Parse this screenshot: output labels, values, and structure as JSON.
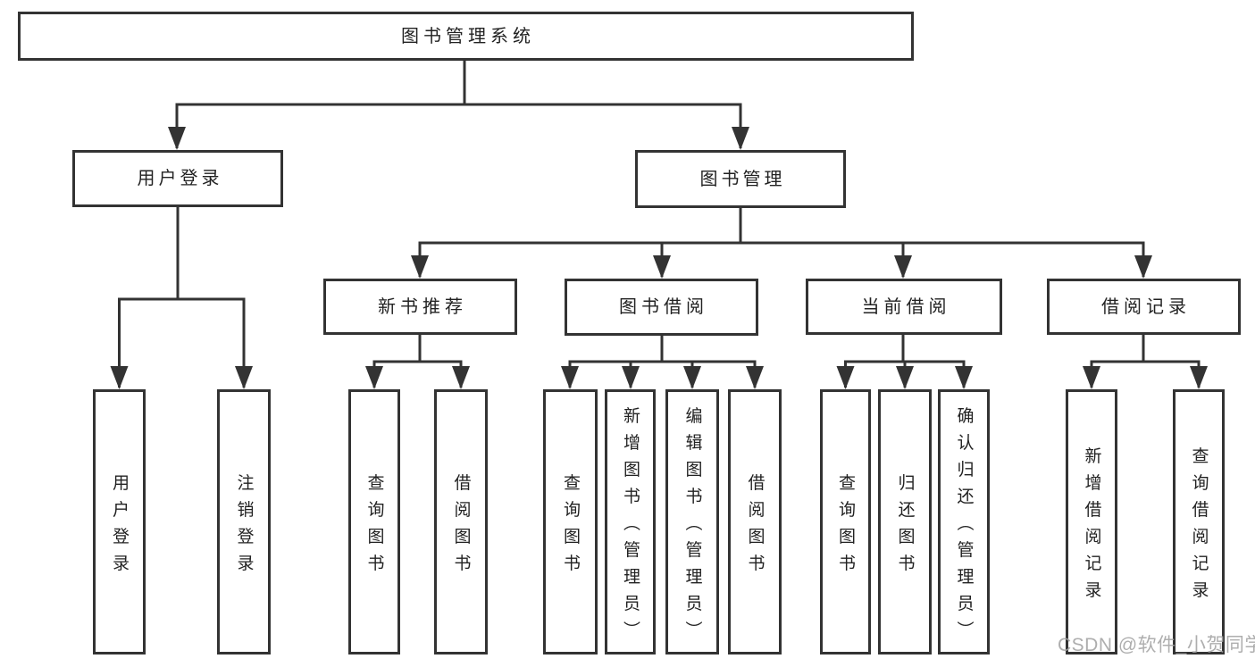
{
  "diagram": {
    "colors": {
      "line": "#333333",
      "text": "#222222",
      "background": "#ffffff",
      "watermark": "#a3a3a3"
    },
    "watermark": {
      "text": "CSDN @软件_小贺同学"
    },
    "tree": {
      "root": {
        "label": "图书管理系统",
        "children": [
          {
            "label": "用户登录",
            "children": [
              {
                "label": "用户登录"
              },
              {
                "label": "注销登录"
              }
            ]
          },
          {
            "label": "图书管理",
            "children": [
              {
                "label": "新书推荐",
                "children": [
                  {
                    "label": "查询图书"
                  },
                  {
                    "label": "借阅图书"
                  }
                ]
              },
              {
                "label": "图书借阅",
                "children": [
                  {
                    "label": "查询图书"
                  },
                  {
                    "label": "新增图书（管理员）"
                  },
                  {
                    "label": "编辑图书（管理员）"
                  },
                  {
                    "label": "借阅图书"
                  }
                ]
              },
              {
                "label": "当前借阅",
                "children": [
                  {
                    "label": "查询图书"
                  },
                  {
                    "label": "归还图书"
                  },
                  {
                    "label": "确认归还（管理员）"
                  }
                ]
              },
              {
                "label": "借阅记录",
                "children": [
                  {
                    "label": "新增借阅记录"
                  },
                  {
                    "label": "查询借阅记录"
                  }
                ]
              }
            ]
          }
        ]
      }
    }
  }
}
